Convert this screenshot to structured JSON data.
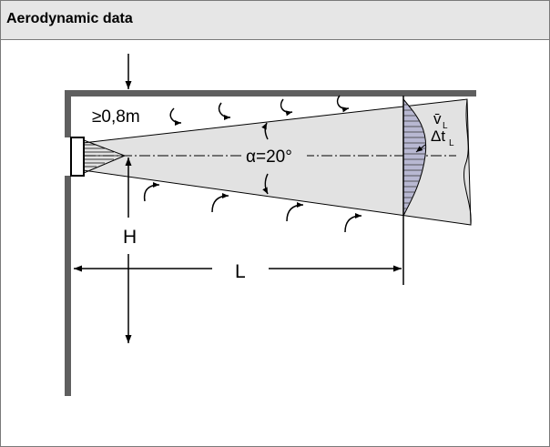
{
  "header": {
    "title": "Aerodynamic data"
  },
  "diagram": {
    "clearance_label": "≥0,8m",
    "angle_label": "α=20°",
    "height_label": "H",
    "length_label": "L",
    "velocity_symbol": "v̄",
    "velocity_subscript": "L",
    "temp_symbol": "Δt",
    "temp_subscript": "L"
  },
  "colors": {
    "header_bg": "#e6e6e6",
    "wall": "#5f5f5f",
    "jet_fill": "#e2e2e2",
    "profile_fill": "#b8b8d2"
  }
}
